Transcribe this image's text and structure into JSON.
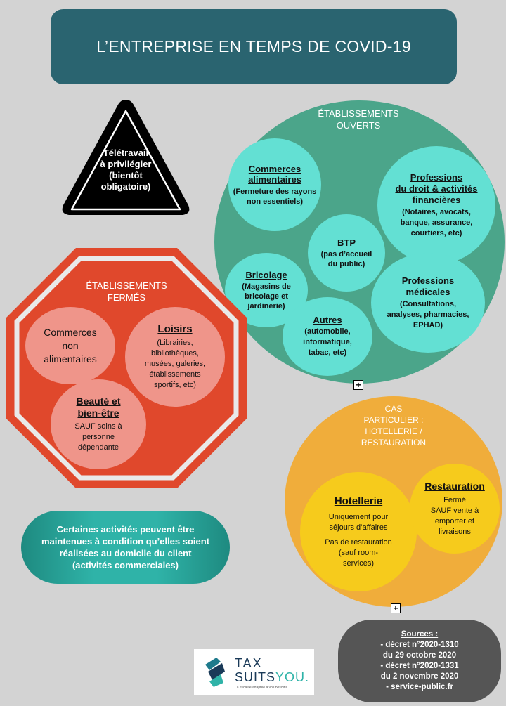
{
  "title": "L’ENTREPRISE EN TEMPS DE COVID-19",
  "warning": {
    "text": "Télétravail\nà privilégier\n(bientôt\nobligatoire)"
  },
  "ouverts": {
    "heading": "ÉTABLISSEMENTS\nOUVERTS",
    "items": [
      {
        "title": "Commerces\nalimentaires",
        "detail": "(Fermeture des rayons\nnon essentiels)"
      },
      {
        "title": "Professions\ndu droit & activités\nfinancières",
        "detail": "(Notaires, avocats,\nbanque, assurance,\ncourtiers, etc)"
      },
      {
        "title": "BTP",
        "detail": "(pas d’accueil\ndu public)"
      },
      {
        "title": "Bricolage",
        "detail": "(Magasins de\nbricolage et\njardinerie)"
      },
      {
        "title": "Professions\nmédicales",
        "detail": "(Consultations,\nanalyses, pharmacies,\nEPHAD)"
      },
      {
        "title": "Autres",
        "detail": "(automobile,\ninformatique,\ntabac, etc)"
      }
    ]
  },
  "fermes": {
    "heading": "ÉTABLISSEMENTS\nFERMÉS",
    "items": [
      {
        "title": "Commerces\nnon\nalimentaires",
        "detail": ""
      },
      {
        "title": "Loisirs",
        "detail": "(Librairies,\nbibliothèques,\nmusées, galeries,\nétablissements\nsportifs, etc)"
      },
      {
        "title": "Beauté et\nbien-être",
        "detail": "SAUF soins à\npersonne\ndépendante"
      }
    ]
  },
  "cas": {
    "heading": "CAS\nPARTICULIER :\nHOTELLERIE /\nRESTAURATION",
    "hotellerie": {
      "title": "Hotellerie",
      "detail1": "Uniquement pour\nséjours d’affaires",
      "detail2": "Pas de restauration\n(sauf room-\nservices)"
    },
    "restauration": {
      "title": "Restauration",
      "detail": "Fermé\nSAUF vente à\nemporter et\nlivraisons"
    }
  },
  "domicile": "Certaines activités peuvent être\nmaintenues à condition qu’elles soient\nréalisées au domicile du client\n(activités commerciales)",
  "sources": {
    "title": "Sources :",
    "lines": [
      "- décret n°2020-1310",
      "du 29 octobre 2020",
      "- décret n°2020-1331",
      "du 2 novembre 2020",
      "- service-public.fr"
    ]
  },
  "logo": {
    "line1": "TAX",
    "line2a": "SUITS",
    "line2b": "YOU.",
    "tagline": "La fiscalité adaptée à vos besoins"
  },
  "plus_symbol": "+",
  "colors": {
    "title_bg": "#2a6470",
    "open_big": "#4ba58a",
    "open_small": "#63e0d3",
    "closed_red": "#e0482c",
    "closed_circle": "#ef958a",
    "cas_orange": "#f0ad3b",
    "cas_yellow": "#f6cb1c"
  }
}
